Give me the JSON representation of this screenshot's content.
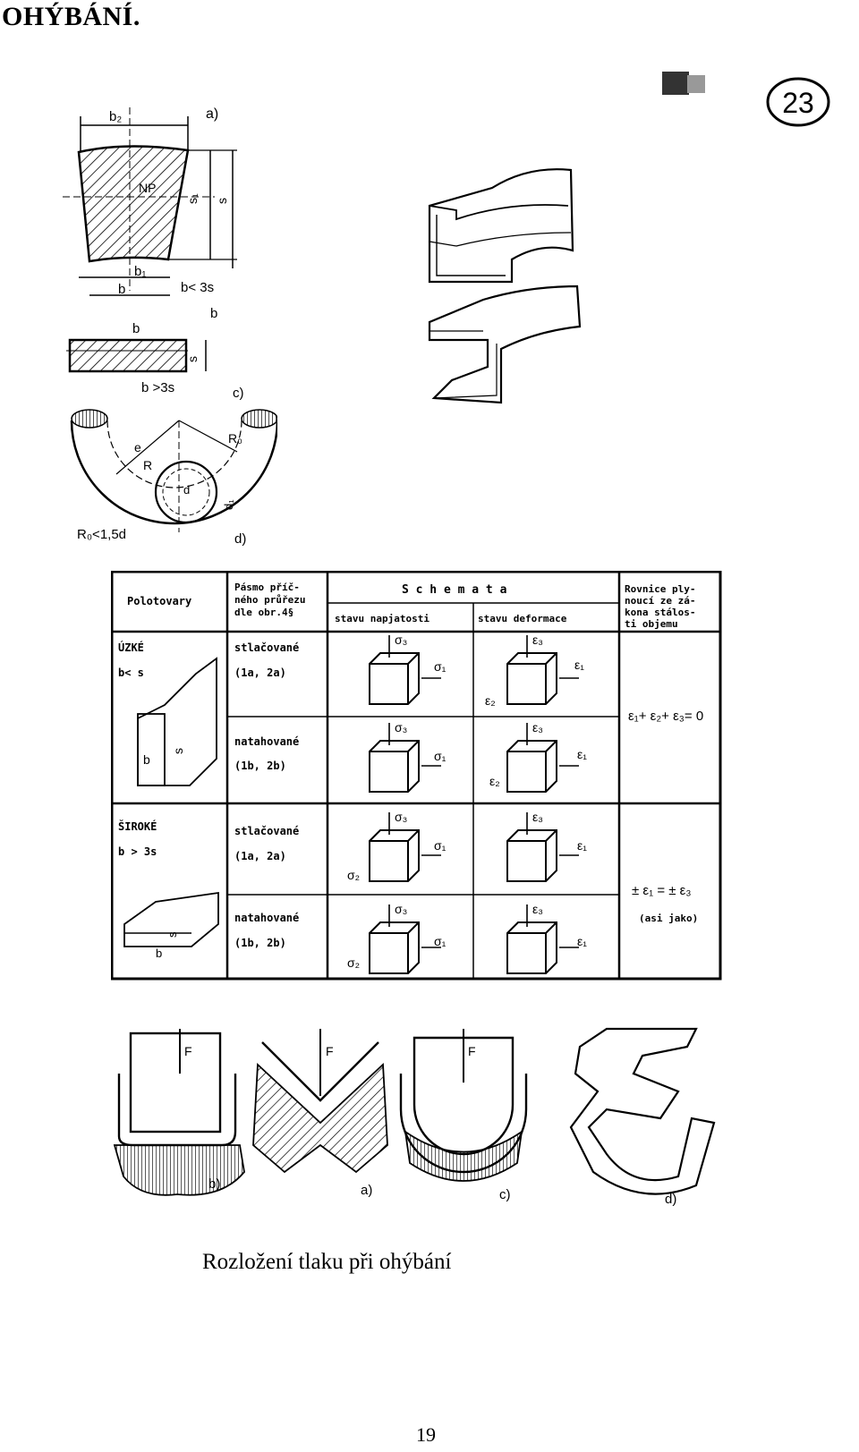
{
  "page": {
    "title": "OHÝBÁNÍ.",
    "caption": "Rozložení tlaku při ohýbání",
    "page_number": "19",
    "stamp_number": "23"
  },
  "section_figure": {
    "labels": {
      "a": "a)",
      "b": "b",
      "c": "c)",
      "d": "d)",
      "b2": "b₂",
      "np": "NP",
      "s1": "s₁",
      "s": "s",
      "b1": "b₁",
      "b_lt_3s": "b< 3s",
      "b_gt_3s": "b >3s",
      "rho": "R₀",
      "r": "R",
      "e": "e",
      "d_small": "d",
      "d1": "d₁",
      "rule": "R₀<1,5d"
    }
  },
  "table": {
    "header": {
      "semi": "Polotovary",
      "zone": [
        "Pásmo příč-",
        "ného průřezu",
        "dle obr.4§"
      ],
      "schemata": "S c h e m a t a",
      "stress": "stavu napjatosti",
      "deform": "stavu deformace",
      "equation": [
        "Rovnice ply-",
        "noucí ze zá-",
        "kona stálos-",
        "ti objemu"
      ]
    },
    "narrow": {
      "title": "ÚZKÉ",
      "cond": "b< s",
      "b": "b",
      "s": "s"
    },
    "wide": {
      "title": "ŠIROKÉ",
      "cond": "b > 3s",
      "b": "b",
      "s": "s"
    },
    "zones": [
      {
        "name": "stlačované",
        "ref": "(1a, 2a)"
      },
      {
        "name": "natahované",
        "ref": "(1b, 2b)"
      },
      {
        "name": "stlačované",
        "ref": "(1a, 2a)"
      },
      {
        "name": "natahované",
        "ref": "(1b, 2b)"
      }
    ],
    "symbols": {
      "s1": "σ₁",
      "s2": "σ₂",
      "s3": "σ₃",
      "e1": "ε₁",
      "e2": "ε₂",
      "e3": "ε₃"
    },
    "eq_narrow": "ε₁+ ε₂+ ε₃= 0",
    "eq_wide": "± ε₁ = ± ε₃",
    "eq_wide_note": "(asi jako)"
  },
  "bending_figure": {
    "labels": {
      "a": "a)",
      "b": "b)",
      "c": "c)",
      "d": "d)",
      "f": "F"
    }
  }
}
